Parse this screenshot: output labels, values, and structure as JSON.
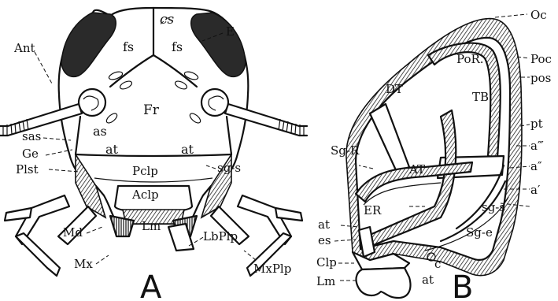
{
  "figure": {
    "panel_a": {
      "letter": "A",
      "labels": {
        "cs": "cs",
        "E": "E",
        "Ant": "Ant",
        "fs_left": "fs",
        "fs_right": "fs",
        "as": "as",
        "Fr": "Fr",
        "sas": "sas",
        "Ge": "Ge",
        "at_left": "at",
        "at_right": "at",
        "Plst": "Plst",
        "Pclp": "Pclp",
        "sgs": "sg-s",
        "Aclp": "Aclp",
        "Md": "Md",
        "Lm": "Lm",
        "LbPlp": "LbPlp",
        "Mx": "Mx",
        "MxPlp": "MxPlp"
      }
    },
    "panel_b": {
      "letter": "B",
      "labels": {
        "Oc": "Oc",
        "PoR": "PoR.",
        "Poc": "Poc",
        "DT": "DT",
        "pos": "pos",
        "TB": "TB",
        "SgR": "Sg-R",
        "pt": "pt",
        "a3": "a‴",
        "AT": "AT",
        "a2": "a″",
        "a1": "a′",
        "at": "at",
        "ER": "ER",
        "sgs": "sg-s",
        "es": "es",
        "Clp": "Clp",
        "c": "c",
        "Sge": "Sg-e",
        "at2": "at",
        "Lm": "Lm"
      }
    }
  }
}
